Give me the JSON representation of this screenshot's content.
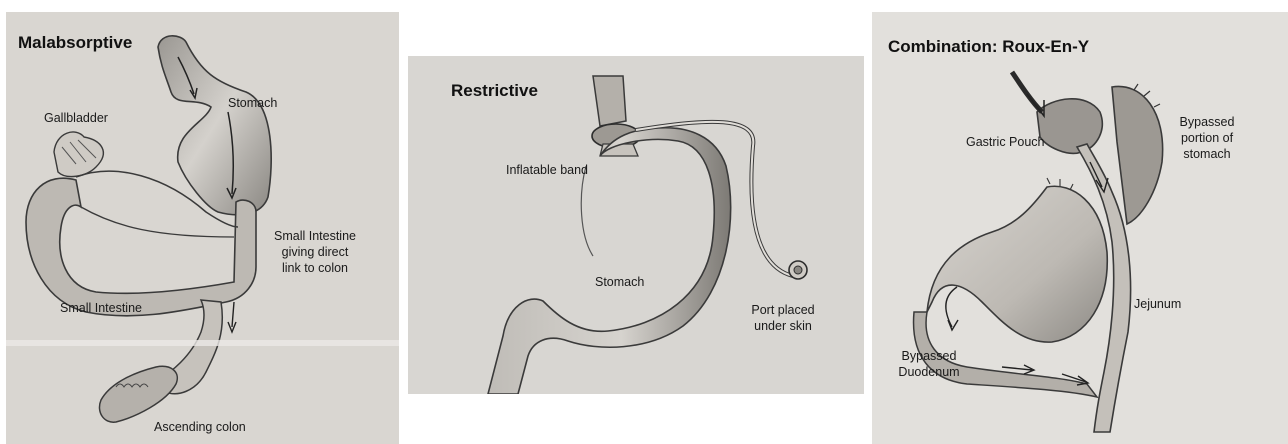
{
  "panels": [
    {
      "title": "Malabsorptive",
      "labels": {
        "stomach": "Stomach",
        "gallbladder": "Gallbladder",
        "small_intestine_link_1": "Small Intestine",
        "small_intestine_link_2": "giving direct",
        "small_intestine_link_3": "link to colon",
        "small_intestine": "Small Intestine",
        "ascending_colon": "Ascending colon"
      }
    },
    {
      "title": "Restrictive",
      "labels": {
        "inflatable_band": "Inflatable band",
        "stomach": "Stomach",
        "port_1": "Port placed",
        "port_2": "under skin"
      }
    },
    {
      "title": "Combination: Roux-En-Y",
      "labels": {
        "gastric_pouch": "Gastric Pouch",
        "bypassed_stomach_1": "Bypassed",
        "bypassed_stomach_2": "portion of",
        "bypassed_stomach_3": "stomach",
        "jejunum": "Jejunum",
        "bypassed_duodenum_1": "Bypassed",
        "bypassed_duodenum_2": "Duodenum"
      }
    }
  ],
  "colors": {
    "paper": "#d8d5d0",
    "paper_alt": "#e3e1dc",
    "stroke": "#3a3a3a",
    "shade": "#8f8c88"
  }
}
